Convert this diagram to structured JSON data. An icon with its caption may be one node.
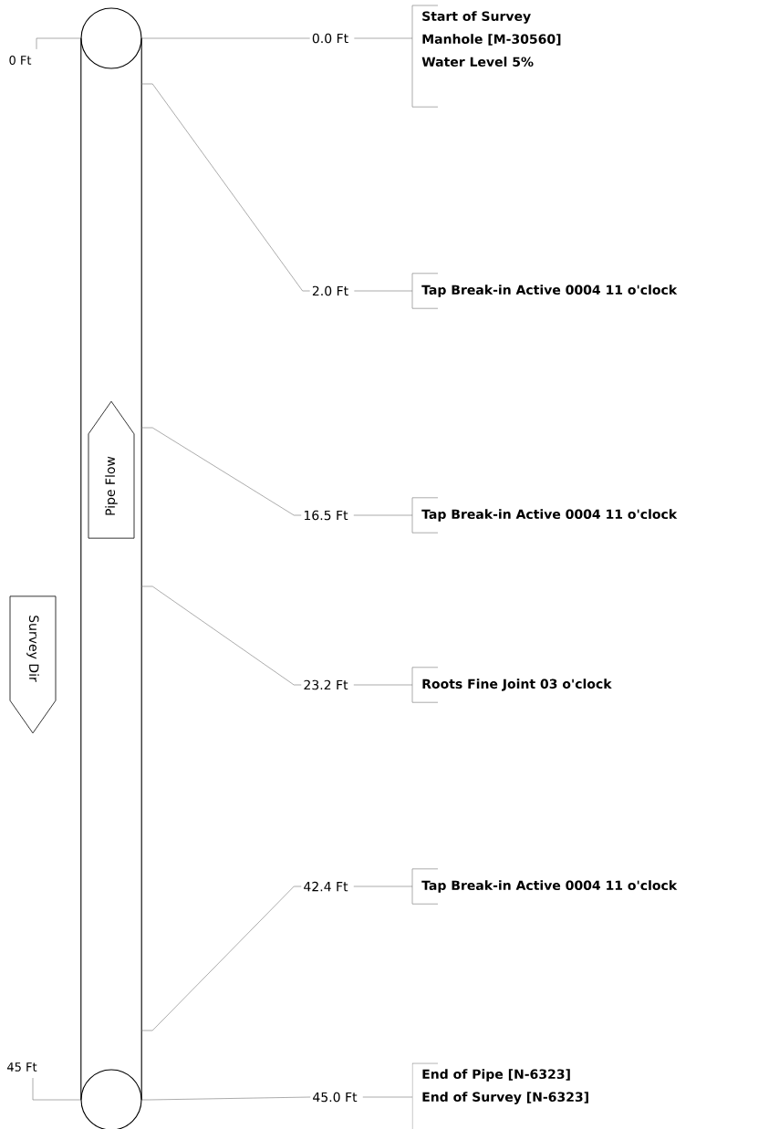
{
  "diagram": {
    "nodes": [
      {
        "text": [
          "0 Ft"
        ]
      },
      {
        "text": [],
        "shape": "circle"
      },
      {
        "text": [],
        "shape": "bar"
      },
      {
        "text": [
          "Pipe Flow"
        ],
        "in": 2
      },
      {
        "text": [
          "Survey Dir"
        ]
      },
      {
        "text": [],
        "shape": "circle"
      },
      {
        "text": [
          "45 Ft"
        ]
      },
      {
        "text": [
          "0.0 Ft"
        ]
      },
      {
        "text": [
          "Start of Survey",
          "Manhole [M-30560]",
          "Water Level 5%"
        ]
      },
      {
        "text": [
          "2.0 Ft"
        ]
      },
      {
        "text": [
          "Tap Break-in Active 0004 11 o'clock"
        ]
      },
      {
        "text": [
          "16.5 Ft"
        ]
      },
      {
        "text": [
          "Tap Break-in Active 0004 11 o'clock"
        ]
      },
      {
        "text": [
          "23.2 Ft"
        ]
      },
      {
        "text": [
          "Roots Fine Joint 03 o'clock"
        ]
      },
      {
        "text": [
          "42.4 Ft"
        ]
      },
      {
        "text": [
          "Tap Break-in Active 0004 11 o'clock"
        ]
      },
      {
        "text": [
          "45.0 Ft"
        ]
      },
      {
        "text": [
          "End of Pipe [N-6323]",
          "End of Survey [N-6323]"
        ]
      }
    ],
    "edges": [
      {
        "from": 0,
        "to": 1,
        "arrow": "none"
      },
      {
        "from": 6,
        "to": 5,
        "arrow": "none"
      },
      {
        "from": 7,
        "to": 1,
        "arrow": "none"
      },
      {
        "from": 7,
        "to": 8,
        "arrow": "none"
      },
      {
        "from": 9,
        "to": 2,
        "arrow": "none"
      },
      {
        "from": 9,
        "to": 10,
        "arrow": "none"
      },
      {
        "from": 11,
        "to": 2,
        "arrow": "none"
      },
      {
        "from": 11,
        "to": 12,
        "arrow": "none"
      },
      {
        "from": 13,
        "to": 2,
        "arrow": "none"
      },
      {
        "from": 13,
        "to": 14,
        "arrow": "none"
      },
      {
        "from": 15,
        "to": 2,
        "arrow": "none"
      },
      {
        "from": 15,
        "to": 16,
        "arrow": "none"
      },
      {
        "from": 17,
        "to": 5,
        "arrow": "none"
      },
      {
        "from": 17,
        "to": 18,
        "arrow": "none"
      }
    ]
  }
}
